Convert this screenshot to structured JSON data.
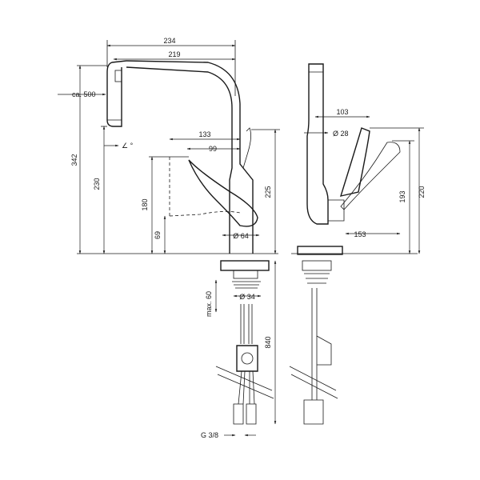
{
  "dimensions": {
    "total_reach": "234",
    "spout_reach": "219",
    "hose_extension": "ca. 500",
    "swivel_angle": "∠ °",
    "overall_height": "342",
    "spout_height": "230",
    "handle_reach": "133",
    "handle_offset": "99",
    "handle_clearance": "180",
    "aerator_height": "69",
    "body_diameter": "Ø 64",
    "lever_height": "225",
    "max_deck": "max. 60",
    "hole_diameter": "Ø 34",
    "hose_length": "840",
    "connection": "G 3/8",
    "side_offset": "103",
    "side_diameter": "Ø 28",
    "side_lever_width": "153",
    "side_height_1": "193",
    "side_height_2": "220"
  }
}
